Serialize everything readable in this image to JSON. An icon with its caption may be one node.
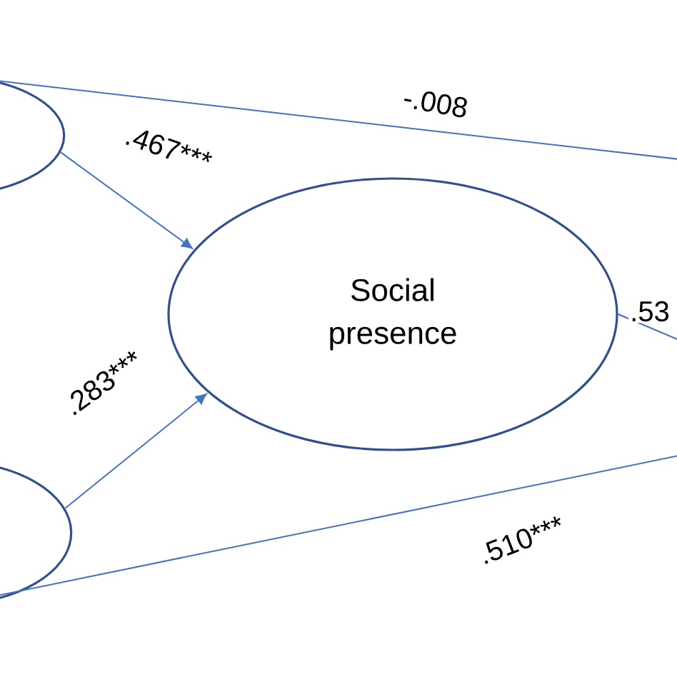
{
  "diagram": {
    "nodes": [
      {
        "text": [],
        "shape": "ellipse"
      },
      {
        "text": [
          "Social presence"
        ]
      },
      {
        "text": [],
        "shape": "ellipse"
      }
    ],
    "edges": [
      {
        "from": 0,
        "to": null,
        "arrow": "none",
        "label": "-.008"
      },
      {
        "from": 0,
        "to": 1,
        "arrow": "to",
        "label": ".467***"
      },
      {
        "from": 1,
        "to": null,
        "arrow": "none",
        "label": ".53"
      },
      {
        "from": 2,
        "to": 1,
        "arrow": "to",
        "label": ".283***"
      },
      {
        "from": 2,
        "to": null,
        "arrow": "none",
        "label": ".510***"
      }
    ]
  }
}
